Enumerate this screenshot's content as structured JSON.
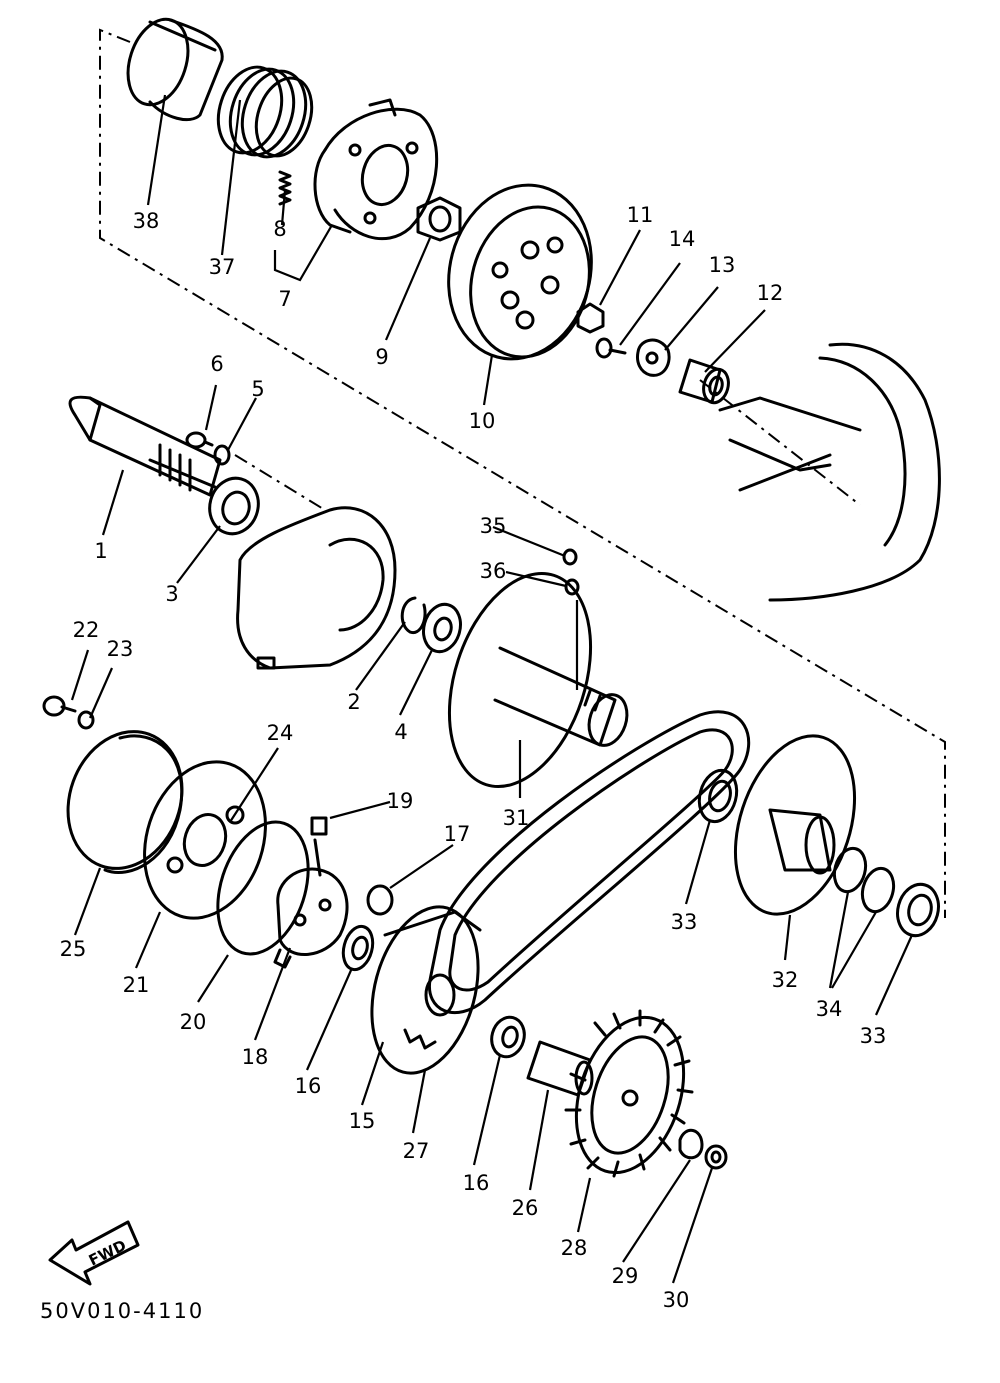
{
  "diagram_code": "50V010-4110",
  "fwd_label": "FWD",
  "parts": [
    {
      "label": "1"
    },
    {
      "label": "2"
    },
    {
      "label": "3"
    },
    {
      "label": "4"
    },
    {
      "label": "5"
    },
    {
      "label": "6"
    },
    {
      "label": "7"
    },
    {
      "label": "8"
    },
    {
      "label": "9"
    },
    {
      "label": "10"
    },
    {
      "label": "11"
    },
    {
      "label": "12"
    },
    {
      "label": "13"
    },
    {
      "label": "14"
    },
    {
      "label": "15"
    },
    {
      "label": "16"
    },
    {
      "label": "16"
    },
    {
      "label": "17"
    },
    {
      "label": "18"
    },
    {
      "label": "19"
    },
    {
      "label": "20"
    },
    {
      "label": "21"
    },
    {
      "label": "22"
    },
    {
      "label": "23"
    },
    {
      "label": "24"
    },
    {
      "label": "25"
    },
    {
      "label": "26"
    },
    {
      "label": "27"
    },
    {
      "label": "28"
    },
    {
      "label": "29"
    },
    {
      "label": "30"
    },
    {
      "label": "31"
    },
    {
      "label": "32"
    },
    {
      "label": "33"
    },
    {
      "label": "33"
    },
    {
      "label": "34"
    },
    {
      "label": "35"
    },
    {
      "label": "36"
    },
    {
      "label": "37"
    },
    {
      "label": "38"
    }
  ]
}
